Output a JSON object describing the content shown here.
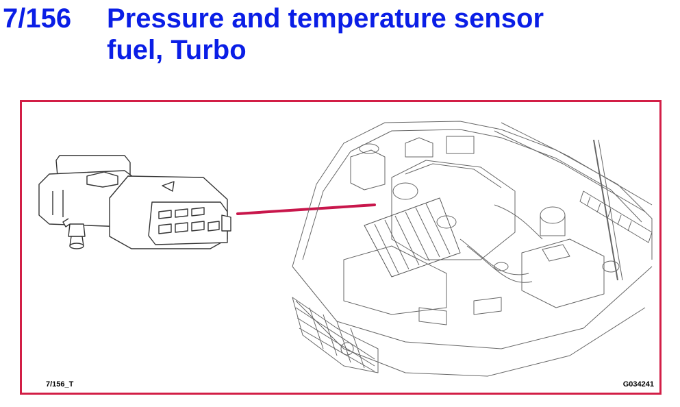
{
  "header": {
    "code": "7/156",
    "title_line1": "Pressure and temperature sensor",
    "title_line2": "fuel, Turbo"
  },
  "figure": {
    "ref_left": "7/156_T",
    "ref_right": "G034241"
  },
  "colors": {
    "title": "#0a1ee6",
    "frame_border": "#d21e46",
    "leader_line": "#c8164b",
    "line_art": "#555555"
  },
  "icons": {
    "sensor": "sensor-connector-icon",
    "engine": "engine-bay-icon"
  }
}
